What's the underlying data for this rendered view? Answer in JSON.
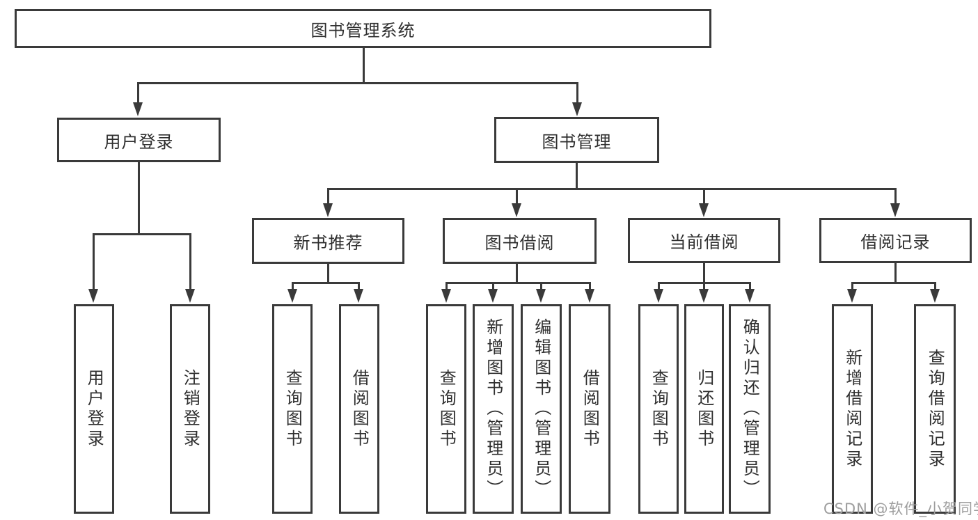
{
  "diagram_title": "图书管理系统",
  "nodes": {
    "system": {
      "label": "图书管理系统"
    },
    "user_login": {
      "label": "用户登录"
    },
    "book_mgmt": {
      "label": "图书管理"
    },
    "new_book_rec": {
      "label": "新书推荐"
    },
    "book_borrow": {
      "label": "图书借阅"
    },
    "current_borrow": {
      "label": "当前借阅"
    },
    "borrow_record": {
      "label": "借阅记录"
    },
    "leaf_user_login": {
      "label": "用户登录"
    },
    "leaf_logout": {
      "label": "注销登录"
    },
    "rec_query_book": {
      "label": "查询图书"
    },
    "rec_borrow_book": {
      "label": "借阅图书"
    },
    "bb_query_book": {
      "label": "查询图书"
    },
    "bb_add_book": {
      "label": "新增图书（管理员）"
    },
    "bb_edit_book": {
      "label": "编辑图书（管理员）"
    },
    "bb_borrow_book": {
      "label": "借阅图书"
    },
    "cb_query_book": {
      "label": "查询图书"
    },
    "cb_return_book": {
      "label": "归还图书"
    },
    "cb_confirm_return": {
      "label": "确认归还（管理员）"
    },
    "br_add_record": {
      "label": "新增借阅记录"
    },
    "br_query_record": {
      "label": "查询借阅记录"
    }
  },
  "hierarchy": {
    "图书管理系统": {
      "用户登录": [
        "用户登录",
        "注销登录"
      ],
      "图书管理": {
        "新书推荐": [
          "查询图书",
          "借阅图书"
        ],
        "图书借阅": [
          "查询图书",
          "新增图书（管理员）",
          "编辑图书（管理员）",
          "借阅图书"
        ],
        "当前借阅": [
          "查询图书",
          "归还图书",
          "确认归还（管理员）"
        ],
        "借阅记录": [
          "新增借阅记录",
          "查询借阅记录"
        ]
      }
    }
  },
  "watermark": "CSDN @软件_小贺同学",
  "colors": {
    "line": "#3a3a3a",
    "text": "#2f2f2f",
    "watermark": "#9e9e9e",
    "background": "#ffffff"
  }
}
